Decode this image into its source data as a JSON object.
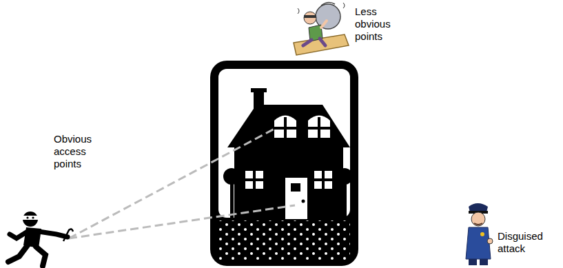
{
  "diagram": {
    "labels": [
      "Obvious access points",
      "Less obvious points",
      "Disguised attack"
    ]
  }
}
